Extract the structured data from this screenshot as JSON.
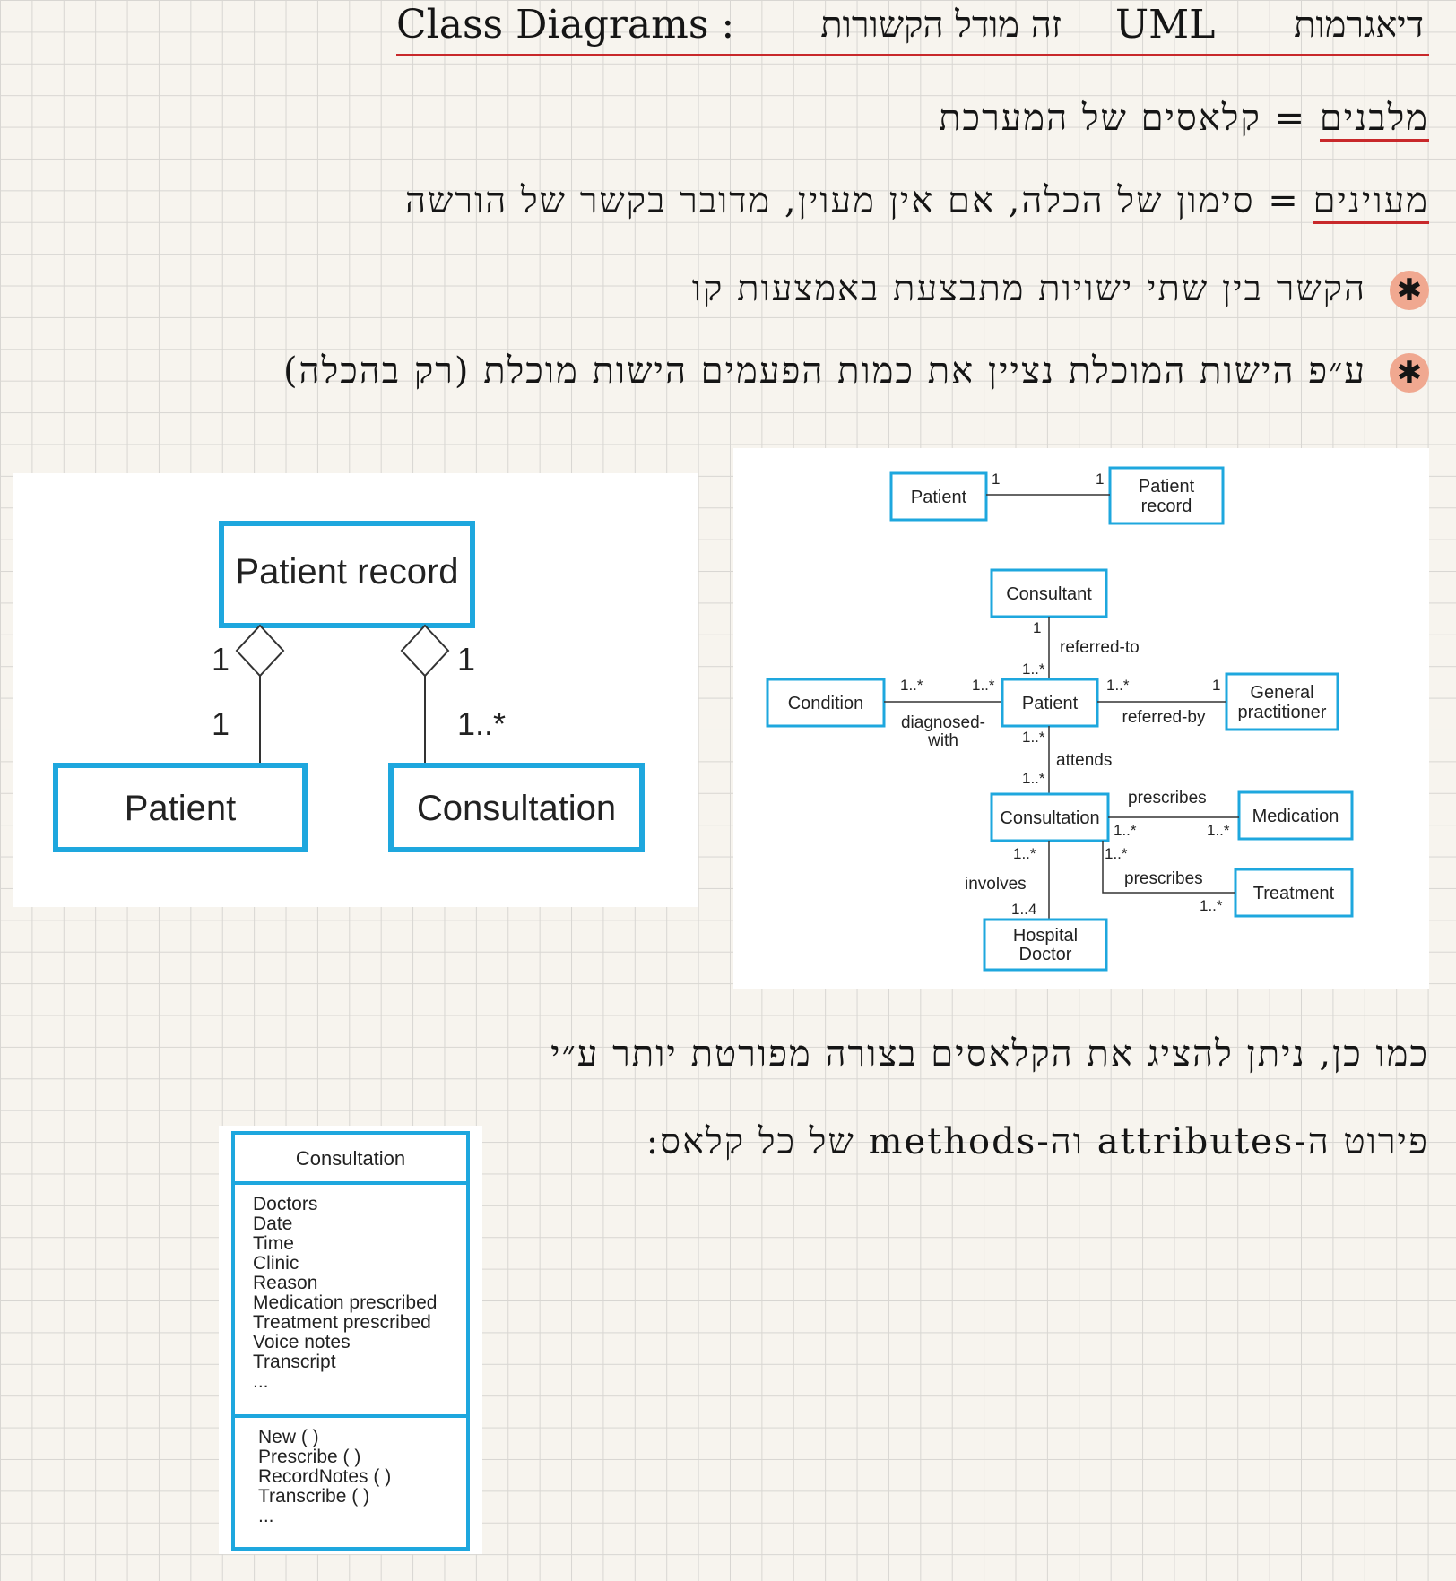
{
  "notes": {
    "title_en": "Class Diagrams :",
    "title_uml": "UML",
    "title_he_middle": "זה מודל הקשורות",
    "title_he_start": "דיאגרמות",
    "line1_term": "מלבנים",
    "line1_rest": "= קלאסים של המערכת",
    "line2_term": "מעוינים",
    "line2_rest": "= סימון של הכלה, אם אין מעוין, מדובר בקשר של הורשה",
    "line3": "הקשר בין שתי ישויות מתבצעת באמצעות קו",
    "line4": "ע״פ הישות המוכלת נציין את כמות הפעמים הישות מוכלת (רק בהכלה)",
    "line5": "כמו כן, ניתן להציג את הקלאסים בצורה מפורטת יותר ע״י",
    "line6_pre": "פירוט ה-",
    "line6_attributes": "attributes",
    "line6_mid": "וה-",
    "line6_methods": "methods",
    "line6_post": "של כל קלאס:"
  },
  "aggregation_diagram": {
    "top_class": "Patient record",
    "left_class": "Patient",
    "right_class": "Consultation",
    "left_mult_top": "1",
    "left_mult_bottom": "1",
    "right_mult_top": "1",
    "right_mult_bottom": "1..*"
  },
  "association_diagram": {
    "patient_small": "Patient",
    "patient_record": [
      "Patient",
      "record"
    ],
    "pr_mult_left": "1",
    "pr_mult_right": "1",
    "consultant": "Consultant",
    "referred_to": "referred-to",
    "rt_mult_top": "1",
    "rt_mult_bottom": "1..*",
    "condition": "Condition",
    "patient": "Patient",
    "cond_mult_left": "1..*",
    "cond_mult_right": "1..*",
    "diagnosed_with": [
      "diagnosed-",
      "with"
    ],
    "general_practitioner": [
      "General",
      "practitioner"
    ],
    "gp_mult_left": "1..*",
    "gp_mult_right": "1",
    "referred_by": "referred-by",
    "attends": "attends",
    "att_mult_top": "1..*",
    "att_mult_bottom": "1..*",
    "consultation": "Consultation",
    "medication": "Medication",
    "prescribes_1": "prescribes",
    "med_mult_left": "1..*",
    "med_mult_right": "1..*",
    "treatment": "Treatment",
    "prescribes_2": "prescribes",
    "treat_mult_left": "1..*",
    "treat_mult_right": "1..*",
    "involves": "involves",
    "inv_mult_top": "1..*",
    "inv_mult_bottom": "1..4",
    "hospital_doctor": [
      "Hospital",
      "Doctor"
    ]
  },
  "class_detail": {
    "name": "Consultation",
    "attributes": [
      "Doctors",
      "Date",
      "Time",
      "Clinic",
      "Reason",
      "Medication prescribed",
      "Treatment prescribed",
      "Voice notes",
      "Transcript",
      "..."
    ],
    "methods": [
      "New ( )",
      "Prescribe ( )",
      "RecordNotes ( )",
      "Transcribe ( )",
      "..."
    ]
  }
}
